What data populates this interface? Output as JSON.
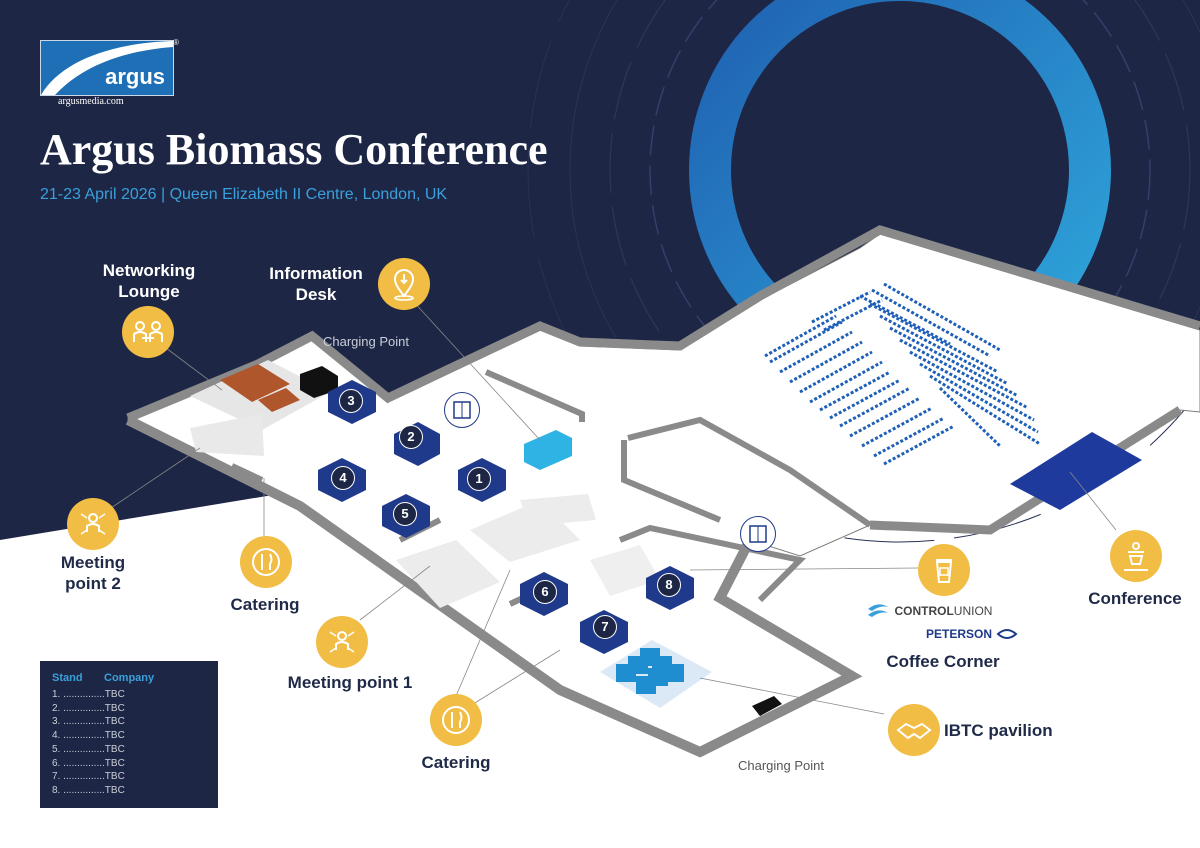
{
  "brand": {
    "name": "argus",
    "url": "argusmedia.com",
    "registered_mark": "®"
  },
  "event": {
    "title": "Argus Biomass Conference",
    "subtitle": "21-23 April 2026  |  Queen Elizabeth II Centre, London, UK"
  },
  "areas": {
    "networking_lounge": "Networking Lounge",
    "information_desk": "Information Desk",
    "charging_point_top": "Charging Point",
    "charging_point_bottom": "Charging Point",
    "meeting_point_2": "Meeting point 2",
    "catering_left": "Catering",
    "meeting_point_1": "Meeting point 1",
    "catering_bottom": "Catering",
    "coffee_corner": "Coffee Corner",
    "ibtc_pavilion": "IBTC pavilion",
    "conference": "Conference"
  },
  "sponsors": {
    "control_union_a": "CONTROL",
    "control_union_b": "UNION",
    "peterson": "PETERSON"
  },
  "stands": [
    "1",
    "2",
    "3",
    "4",
    "5",
    "6",
    "7",
    "8"
  ],
  "legend": {
    "col_stand": "Stand",
    "col_company": "Company",
    "rows": [
      {
        "num": "1. ...............",
        "company": "TBC"
      },
      {
        "num": "2. ...............",
        "company": "TBC"
      },
      {
        "num": "3. ...............",
        "company": "TBC"
      },
      {
        "num": "4. ...............",
        "company": "TBC"
      },
      {
        "num": "5. ...............",
        "company": "TBC"
      },
      {
        "num": "6. ...............",
        "company": "TBC"
      },
      {
        "num": "7. ...............",
        "company": "TBC"
      },
      {
        "num": "8. ...............",
        "company": "TBC"
      }
    ]
  },
  "icons": {
    "networking": "people-meeting-icon",
    "information": "info-pin-icon",
    "meeting": "people-network-icon",
    "catering": "fork-knife-icon",
    "coffee": "coffee-cup-icon",
    "handshake": "handshake-icon",
    "conference": "speaker-podium-icon",
    "lift": "elevator-icon"
  },
  "colors": {
    "navy": "#1e2645",
    "accent_blue": "#3aa0db",
    "icon_yellow": "#f2bd45",
    "stand_blue": "#1f3a8a",
    "pavilion_cyan": "#2aa6d6"
  }
}
